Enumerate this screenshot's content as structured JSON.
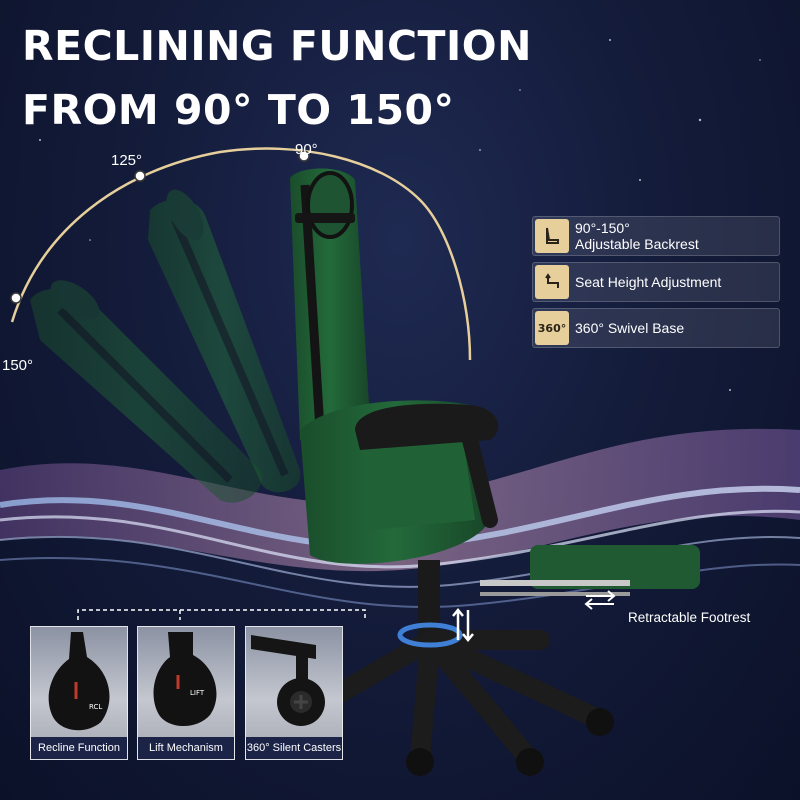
{
  "headline": {
    "line1": "RECLINING FUNCTION",
    "line2": "FROM 90° TO 150°"
  },
  "angles": {
    "a90": "90°",
    "a125": "125°",
    "a150": "150°"
  },
  "features": [
    {
      "line1": "90°-150°",
      "line2": "Adjustable Backrest",
      "icon": "backrest-icon"
    },
    {
      "line1": "Seat Height Adjustment",
      "line2": "",
      "icon": "seat-lift-icon"
    },
    {
      "line1": "360° Swivel Base",
      "line2": "",
      "icon": "swivel-360-icon",
      "icon_text": "360°"
    }
  ],
  "footrest_label": "Retractable Footrest",
  "details": [
    {
      "caption": "Recline Function",
      "lever_text": "RCL"
    },
    {
      "caption": "Lift Mechanism",
      "lever_text": "LIFT"
    },
    {
      "caption": "360° Silent Casters"
    }
  ],
  "colors": {
    "chair_green": "#1f5a32",
    "chair_black": "#1a1a1a",
    "accent_gold": "#e7cf9c",
    "background": "#141c3b"
  }
}
